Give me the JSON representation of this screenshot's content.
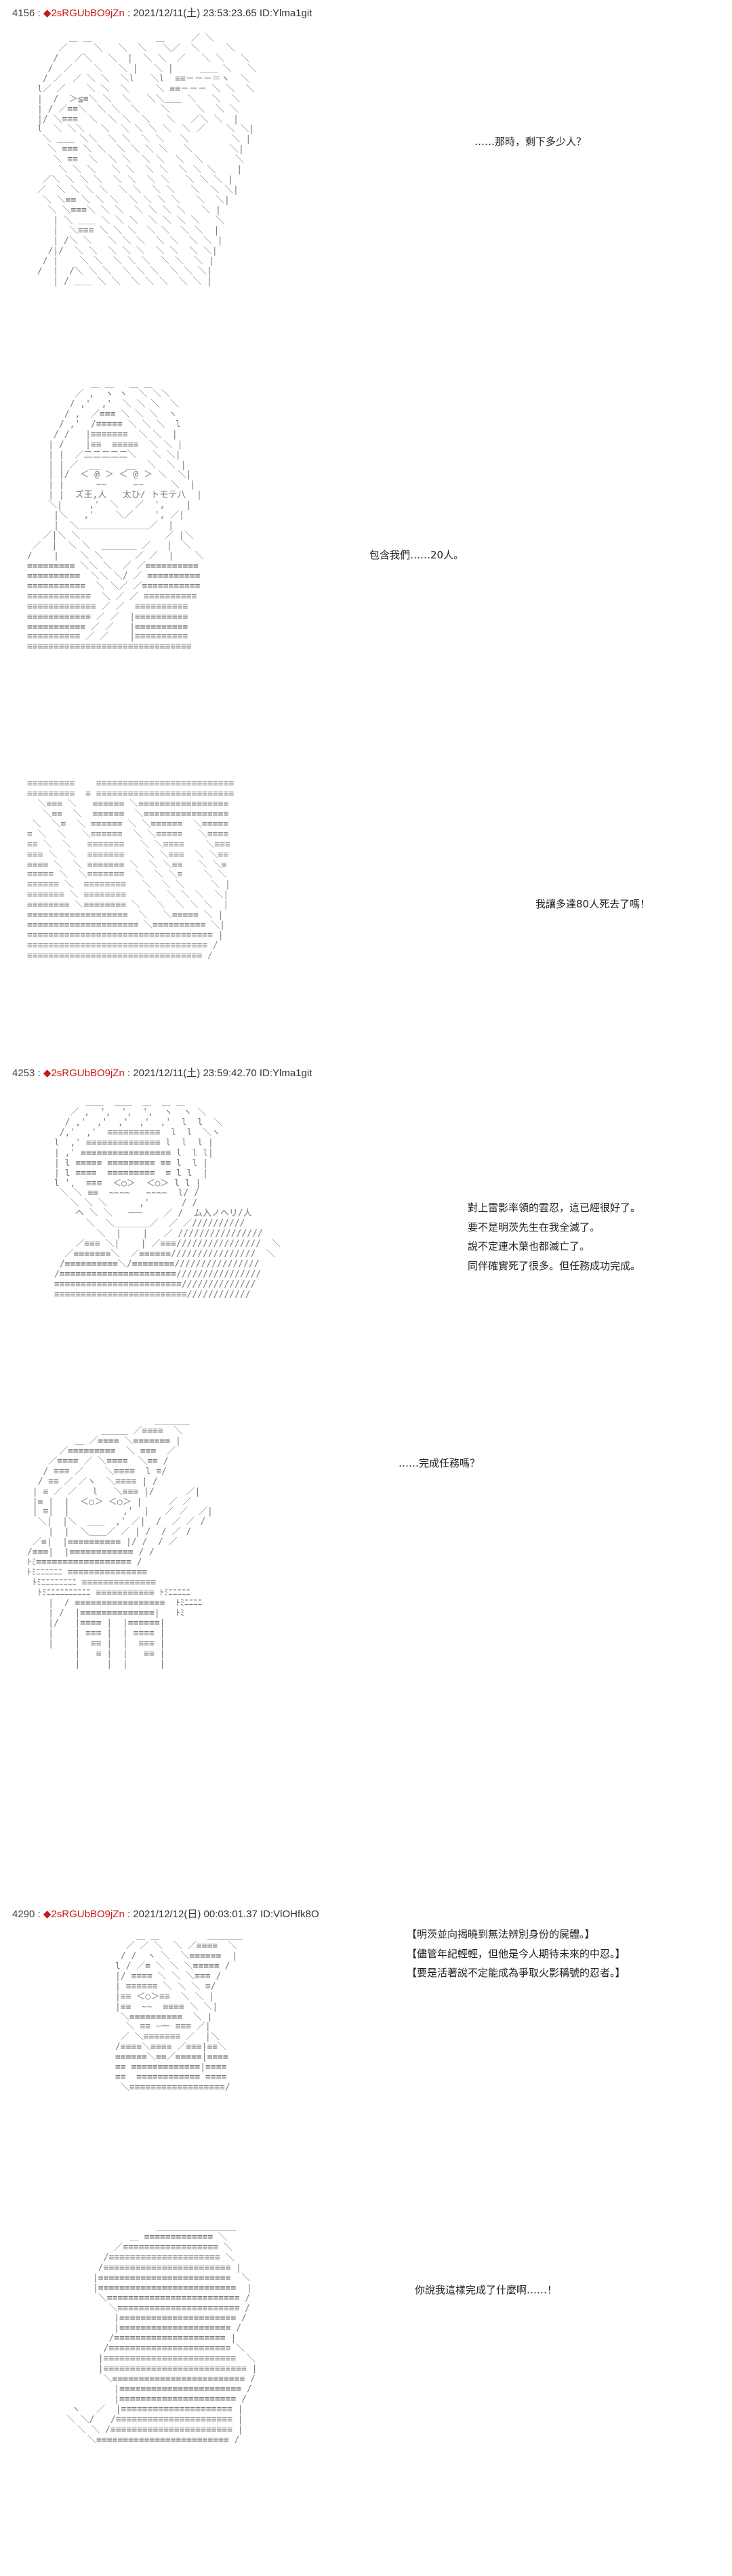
{
  "posts": [
    {
      "number": "4156",
      "mark": "◆",
      "name": "2sRGUbBO9jZn",
      "datetime": "2021/12/11(土) 23:53:23.65",
      "id": "ID:Ylma1git",
      "panels": [
        {
          "lines": [
            "……那時，剩下多少人？"
          ]
        },
        {
          "lines": [
            "包含我們……20人。"
          ]
        },
        {
          "lines": [
            "我讓多達80人死去了嗎！"
          ]
        }
      ]
    },
    {
      "number": "4253",
      "mark": "◆",
      "name": "2sRGUbBO9jZn",
      "datetime": "2021/12/11(土) 23:59:42.70",
      "id": "ID:Ylma1git",
      "panels": [
        {
          "lines": [
            "對上雷影率領的雲忍，這已經很好了。",
            "要不是明茨先生在我全滅了。",
            "說不定連木葉也都滅亡了。",
            "同伴確實死了很多。但任務成功完成。"
          ]
        },
        {
          "lines": [
            "……完成任務嗎？"
          ]
        }
      ]
    },
    {
      "number": "4290",
      "mark": "◆",
      "name": "2sRGUbBO9jZn",
      "datetime": "2021/12/12(日) 00:03:01.37",
      "id": "ID:VlOHfk8O",
      "panels": [
        {
          "lines": [
            "【明茨並向揭曉到無法辨別身份的屍體。】",
            "【儘管年紀輕輕，但他是今人期待未來的中忍。】",
            "【要是活著說不定能成為爭取火影稱號的忍者。】"
          ]
        },
        {
          "lines": [
            "你說我這樣完成了什麼啊……！"
          ]
        }
      ]
    }
  ]
}
